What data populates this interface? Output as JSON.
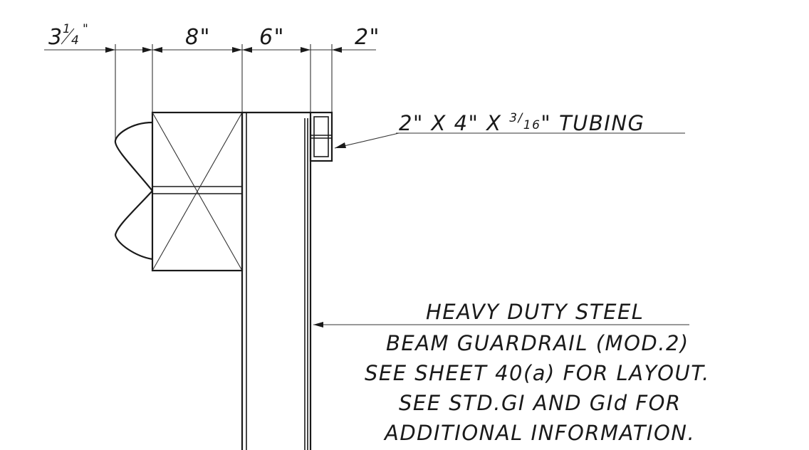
{
  "dimensions": {
    "d1_whole": "3",
    "d1_num": "1",
    "d1_den": "4",
    "d1_mark": "\"",
    "d2": "8\"",
    "d3": "6\"",
    "d4": "2\""
  },
  "callout_tubing": {
    "prefix": "2\" X  4\" X ",
    "frac_num": "3",
    "frac_den": "16",
    "suffix": "\"  TUBING"
  },
  "callout_guardrail": {
    "line1": "HEAVY  DUTY  STEEL",
    "line2": "BEAM  GUARDRAIL  (MOD.2)",
    "line3": "SEE  SHEET  40(a) FOR  LAYOUT.",
    "line4": "SEE  STD.GI AND  GId  FOR",
    "line5": "ADDITIONAL  INFORMATION."
  }
}
